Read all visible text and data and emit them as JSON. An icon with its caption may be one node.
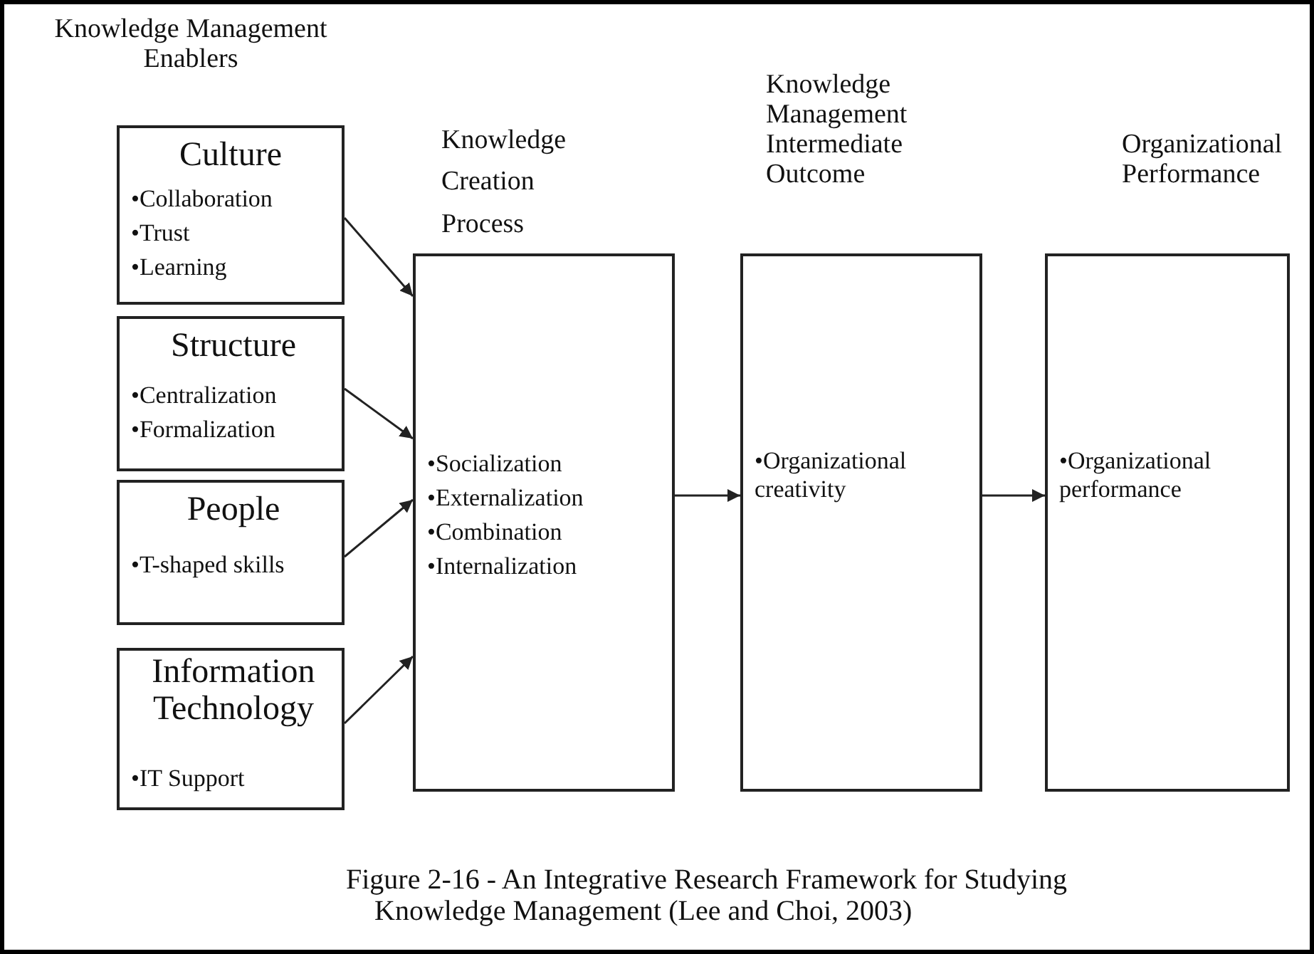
{
  "diagram": {
    "caption": "Figure 2-16 - An Integrative Research Framework for Studying Knowledge Management (Lee and Choi, 2003)",
    "nodes": [
      {
        "text": [
          "Culture",
          "•Collaboration",
          "•Trust",
          "•Learning"
        ]
      },
      {
        "text": [
          "Structure",
          "•Centralization",
          "•Formalization"
        ]
      },
      {
        "text": [
          "People",
          "•T-shaped skills"
        ]
      },
      {
        "text": [
          "Information Technology",
          "•IT Support"
        ]
      },
      {
        "text": [
          "Knowledge Creation Process",
          "•Socialization",
          "•Externalization",
          "•Combination",
          "•Internalization"
        ]
      },
      {
        "text": [
          "Knowledge Management Intermediate Outcome",
          "•Organizational creativity"
        ]
      },
      {
        "text": [
          "Organizational Performance",
          "•Organizational performance"
        ]
      }
    ],
    "edges": [
      {
        "from": 0,
        "to": 4,
        "arrow": "to"
      },
      {
        "from": 1,
        "to": 4,
        "arrow": "to"
      },
      {
        "from": 2,
        "to": 4,
        "arrow": "to"
      },
      {
        "from": 3,
        "to": 4,
        "arrow": "to"
      },
      {
        "from": 4,
        "to": 5,
        "arrow": "to"
      },
      {
        "from": 5,
        "to": 6,
        "arrow": "to"
      }
    ],
    "labels": [
      "Knowledge Management Enablers"
    ]
  }
}
